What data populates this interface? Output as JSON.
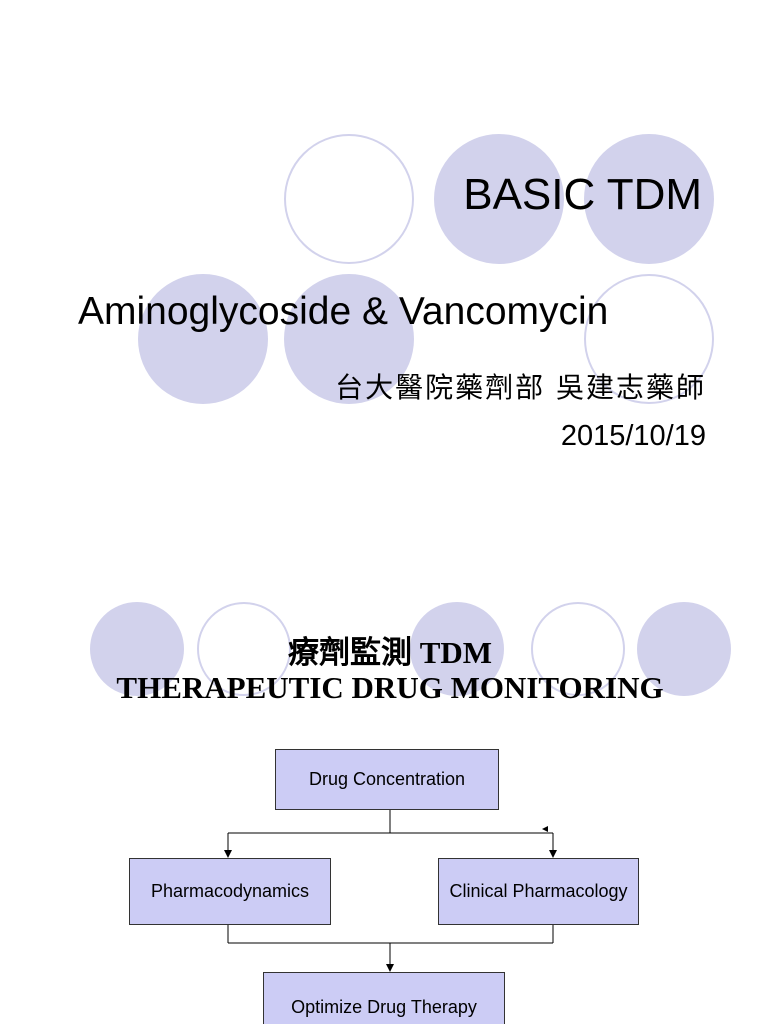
{
  "slide1": {
    "title": "BASIC TDM",
    "subtitle": "Aminoglycoside  & Vancomycin",
    "author": "台大醫院藥劑部 吳建志藥師",
    "date": "2015/10/19"
  },
  "slide2": {
    "heading_line1": "療劑監測 TDM",
    "heading_line2": "THERAPEUTIC DRUG MONITORING",
    "flowchart": {
      "top_box": "Drug Concentration",
      "left_box": "Pharmacodynamics",
      "right_box": "Clinical Pharmacology",
      "bottom_box": "Optimize Drug Therapy"
    }
  },
  "colors": {
    "circle_fill": "#d2d2ec",
    "box_fill": "#ccccf5"
  }
}
